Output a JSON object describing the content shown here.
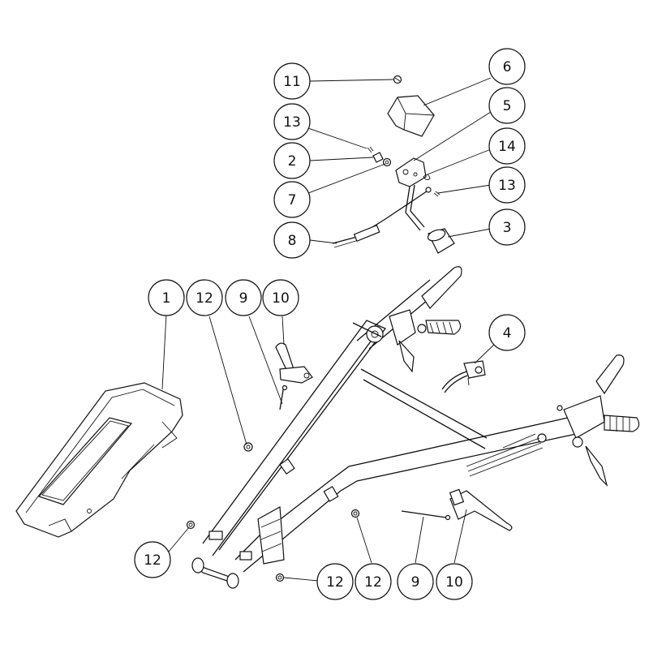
{
  "callouts": [
    {
      "id": "c1",
      "label": "1"
    },
    {
      "id": "c12a",
      "label": "12"
    },
    {
      "id": "c9a",
      "label": "9"
    },
    {
      "id": "c10a",
      "label": "10"
    },
    {
      "id": "c11",
      "label": "11"
    },
    {
      "id": "c13a",
      "label": "13"
    },
    {
      "id": "c2",
      "label": "2"
    },
    {
      "id": "c7",
      "label": "7"
    },
    {
      "id": "c8",
      "label": "8"
    },
    {
      "id": "c6",
      "label": "6"
    },
    {
      "id": "c5",
      "label": "5"
    },
    {
      "id": "c14",
      "label": "14"
    },
    {
      "id": "c13b",
      "label": "13"
    },
    {
      "id": "c3",
      "label": "3"
    },
    {
      "id": "c4",
      "label": "4"
    },
    {
      "id": "c12b",
      "label": "12"
    },
    {
      "id": "c12c",
      "label": "12"
    },
    {
      "id": "c12d",
      "label": "12"
    },
    {
      "id": "c9b",
      "label": "9"
    },
    {
      "id": "c10b",
      "label": "10"
    }
  ]
}
